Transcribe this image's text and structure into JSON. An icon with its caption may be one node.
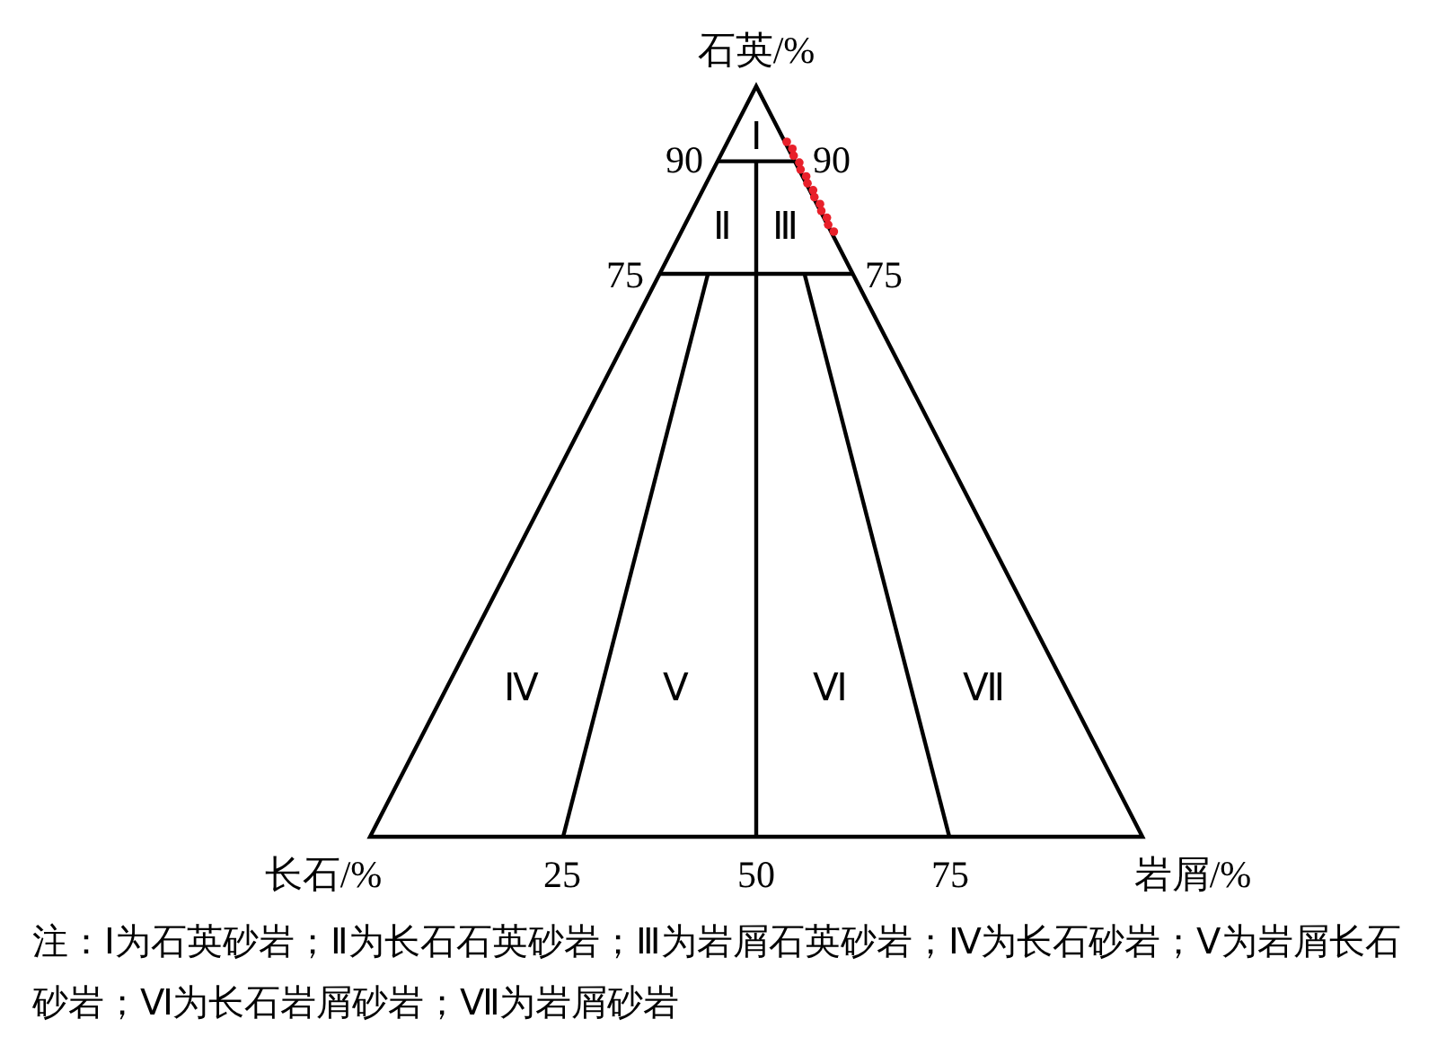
{
  "diagram": {
    "labels": [
      "石英/%",
      "Ⅰ",
      "90",
      "90",
      "Ⅱ",
      "Ⅲ",
      "75",
      "75",
      "Ⅳ",
      "Ⅴ",
      "Ⅵ",
      "Ⅶ",
      "长石/%",
      "25",
      "50",
      "75",
      "岩屑/%",
      "注：Ⅰ为石英砂岩；Ⅱ为长石石英砂岩；Ⅲ为岩屑石英砂岩；Ⅳ为长石砂岩；Ⅴ为岩屑长石砂岩；Ⅵ为长石岩屑砂岩；Ⅶ为岩屑砂岩"
    ]
  }
}
